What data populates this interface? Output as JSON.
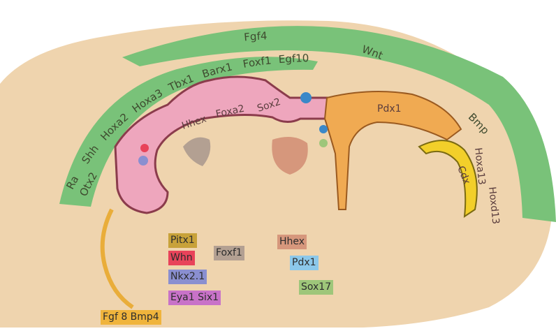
{
  "colors": {
    "embryo": "#efd4ae",
    "signal_band": "#79c279",
    "foregut": "#eea6bd",
    "foregut_wall": "#8b3c4c",
    "midgut": "#f0aa52",
    "hindgut": "#f2cf2a",
    "stomodeum": "#e9ad3a"
  },
  "outer_arc": [
    "Fgf4",
    "Wnt",
    "Bmp"
  ],
  "inner_arc": [
    "Ra",
    "Shh",
    "Hoxa2",
    "Hoxa3",
    "Tbx1",
    "Barx1",
    "Foxf1",
    "Egf10"
  ],
  "inner_arc_lower": [
    "Otx2"
  ],
  "foregut_labels": [
    "Hhex",
    "Foxa2",
    "Sox2"
  ],
  "midgut_label": "Pdx1",
  "hindgut_label": "Cdx",
  "posterior_labels": [
    "Hoxa13",
    "Hoxd13"
  ],
  "legend": [
    {
      "label": "Pitx1",
      "color": "#c8a23a"
    },
    {
      "label": "Whn",
      "color": "#e8435a"
    },
    {
      "label": "Nkx2.1",
      "color": "#8a8fd0"
    },
    {
      "label": "Eya1 Six1",
      "color": "#c872c8"
    },
    {
      "label": "Fgf 8 Bmp4",
      "color": "#f0b43c"
    },
    {
      "label": "Foxf1",
      "color": "#b3a092"
    },
    {
      "label": "Hhex",
      "color": "#d6977c"
    },
    {
      "label": "Pdx1",
      "color": "#8cc8ea"
    },
    {
      "label": "Sox17",
      "color": "#9ec67a"
    }
  ]
}
